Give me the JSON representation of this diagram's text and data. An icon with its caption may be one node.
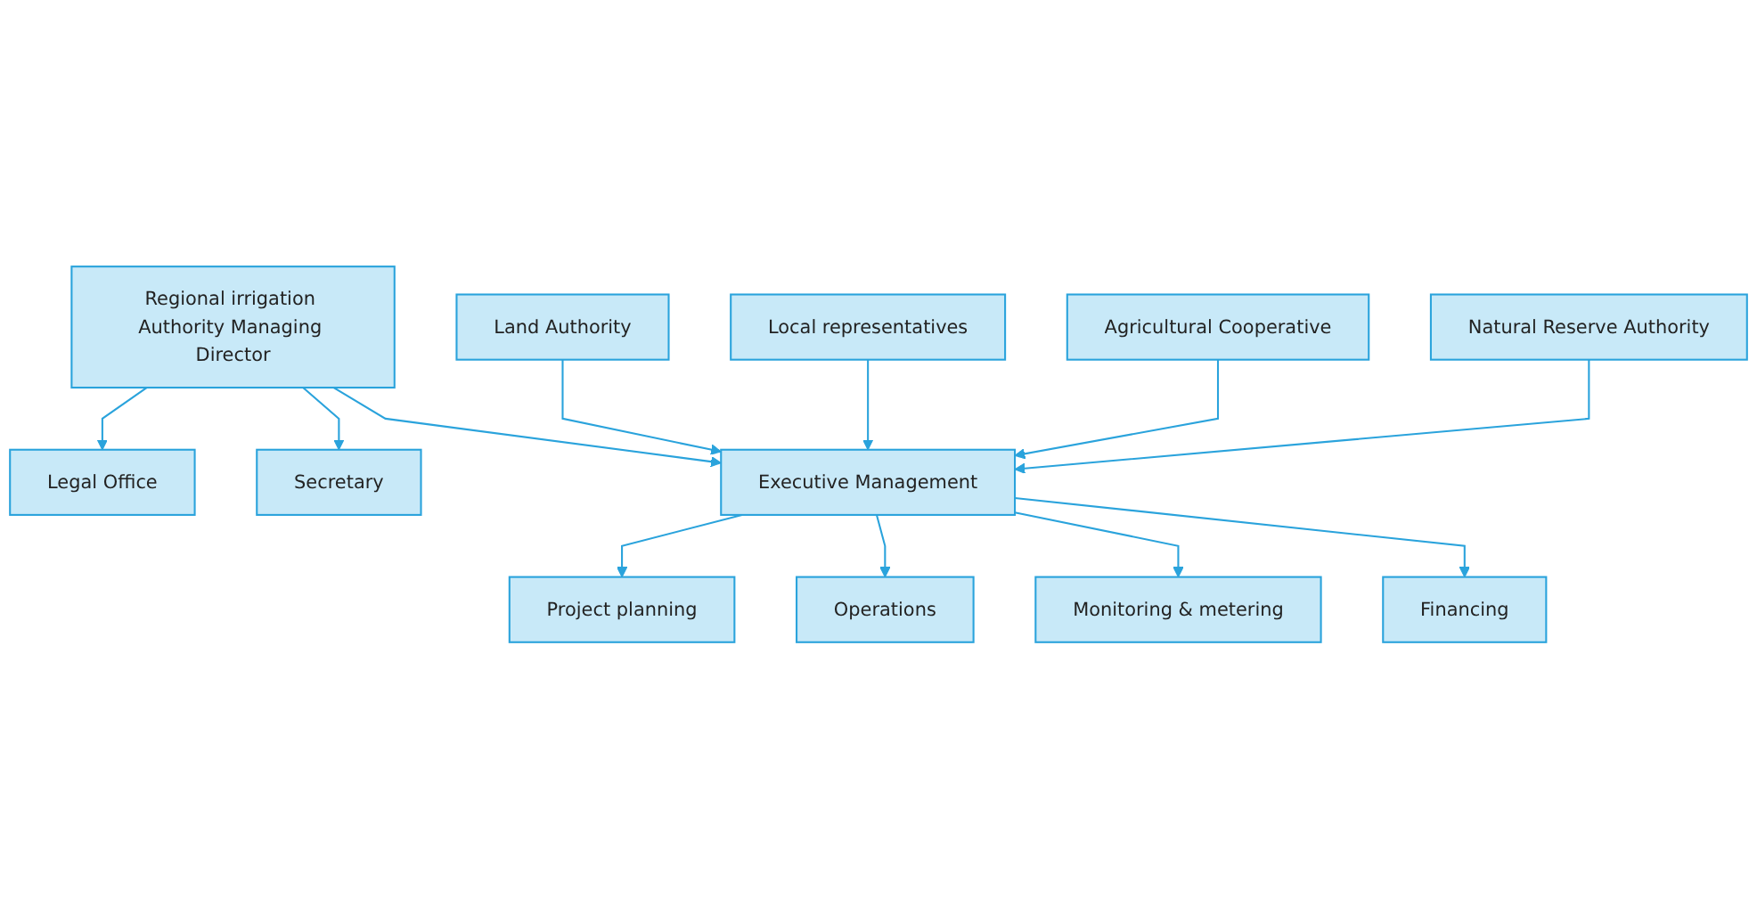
{
  "diagram": {
    "nodes": [
      {
        "text": [
          "Regional irrigation Authority Managing Director"
        ]
      },
      {
        "text": [
          "Legal Office"
        ]
      },
      {
        "text": [
          "Secretary"
        ]
      },
      {
        "text": [
          "Executive Management"
        ]
      },
      {
        "text": [
          "Land Authority"
        ]
      },
      {
        "text": [
          "Local representatives"
        ]
      },
      {
        "text": [
          "Agricultural Cooperative"
        ]
      },
      {
        "text": [
          "Natural Reserve Authority"
        ]
      },
      {
        "text": [
          "Project planning"
        ]
      },
      {
        "text": [
          "Operations"
        ]
      },
      {
        "text": [
          "Monitoring & metering"
        ]
      },
      {
        "text": [
          "Financing"
        ]
      }
    ],
    "edges": [
      {
        "from": 0,
        "to": 1,
        "arrow": "to"
      },
      {
        "from": 0,
        "to": 2,
        "arrow": "to"
      },
      {
        "from": 0,
        "to": 3,
        "arrow": "to"
      },
      {
        "from": 4,
        "to": 3,
        "arrow": "to"
      },
      {
        "from": 5,
        "to": 3,
        "arrow": "to"
      },
      {
        "from": 6,
        "to": 3,
        "arrow": "to"
      },
      {
        "from": 7,
        "to": 3,
        "arrow": "to"
      },
      {
        "from": 3,
        "to": 8,
        "arrow": "to"
      },
      {
        "from": 3,
        "to": 9,
        "arrow": "to"
      },
      {
        "from": 3,
        "to": 10,
        "arrow": "to"
      },
      {
        "from": 3,
        "to": 11,
        "arrow": "to"
      }
    ]
  }
}
